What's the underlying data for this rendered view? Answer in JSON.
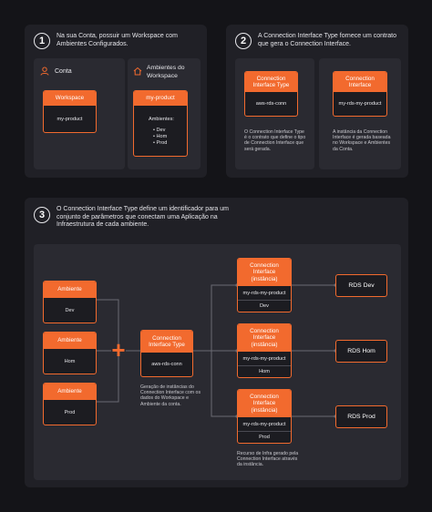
{
  "step1": {
    "number": "1",
    "text": "Na sua Conta, possuir um Workspace com Ambientes Configurados."
  },
  "step2": {
    "number": "2",
    "text": "A Connection Interface Type fornece um contrato que gera o Connection Interface."
  },
  "step3": {
    "number": "3",
    "text": "O Connection Interface Type define um identificador para um conjunto de parâmetros que conectam uma Aplicação na Infraestrutura de cada ambiente."
  },
  "panel1": {
    "conta_label": "Conta",
    "ambientes_label": "Ambientes do Workspace",
    "workspace_header": "Workspace",
    "workspace_value": "my-product",
    "env_header": "my-product",
    "env_title": "Ambientes:",
    "env_list": [
      "Dev",
      "Hom",
      "Prod"
    ]
  },
  "panel2": {
    "cit_header": "Connection Interface Type",
    "cit_value": "aws-rds-conn",
    "cit_note": "O Connection Interface Type é o contrato que define o tipo de Connection Interface que será gerada.",
    "ci_header": "Connection Interface",
    "ci_value": "my-rds-my-product",
    "ci_note": "A instância da Connection Interface é gerada baseada no Workspace e Ambientes da Conta."
  },
  "panel3": {
    "envs": [
      {
        "header": "Ambiente",
        "value": "Dev"
      },
      {
        "header": "Ambiente",
        "value": "Hom"
      },
      {
        "header": "Ambiente",
        "value": "Prod"
      }
    ],
    "plus": "+",
    "cit_header": "Connection Interface Type",
    "cit_value": "aws-rds-conn",
    "cit_note": "Geração de instâncias do Connection Interface com os dados do Workspace e Ambiente da conta.",
    "instances": [
      {
        "header": "Connection Interface (instância)",
        "value": "my-rds-my-product",
        "env": "Dev"
      },
      {
        "header": "Connection Interface (instância)",
        "value": "my-rds-my-product",
        "env": "Hom"
      },
      {
        "header": "Connection Interface (instância)",
        "value": "my-rds-my-product",
        "env": "Prod"
      }
    ],
    "instances_note": "Recurso de Infra gerado pela Connection Interface através da instância.",
    "rds": [
      "RDS Dev",
      "RDS Hom",
      "RDS Prod"
    ]
  },
  "colors": {
    "accent": "#f26a2e",
    "background": "#141418",
    "panel": "#202026"
  }
}
